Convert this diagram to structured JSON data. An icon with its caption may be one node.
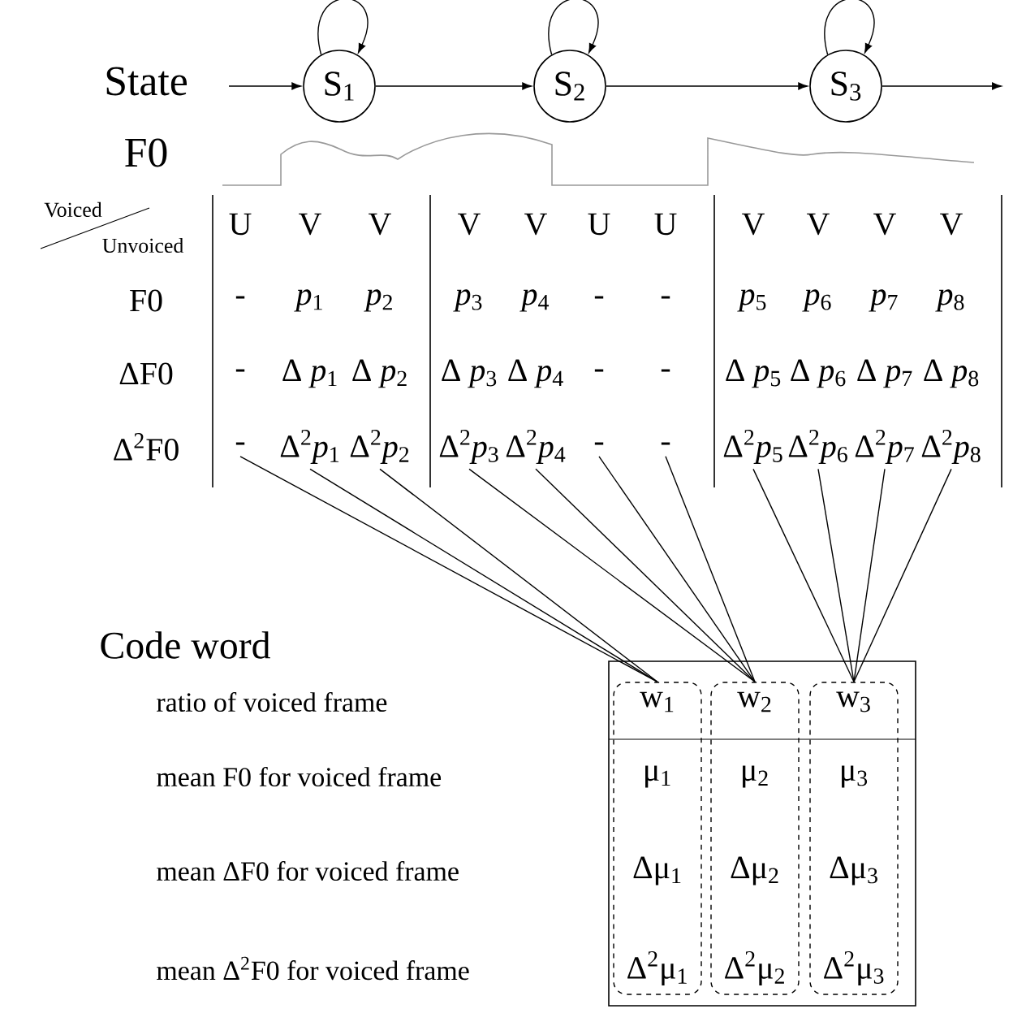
{
  "diagram": {
    "nodes": [
      {
        "text": [
          "S$_{1}$"
        ]
      },
      {
        "text": [
          "S$_{2}$"
        ]
      },
      {
        "text": [
          "S$_{3}$"
        ]
      },
      {
        "text": [
          "-"
        ]
      },
      {
        "text": [
          "Δ$^{2}$*p*$_{1}$"
        ]
      },
      {
        "text": [
          "Δ$^{2}$*p*$_{2}$"
        ]
      },
      {
        "text": [
          "Δ$^{2}$*p*$_{3}$"
        ]
      },
      {
        "text": [
          "Δ$^{2}$*p*$_{4}$"
        ]
      },
      {
        "text": [
          "-"
        ]
      },
      {
        "text": [
          "-"
        ]
      },
      {
        "text": [
          "Δ$^{2}$*p*$_{5}$"
        ]
      },
      {
        "text": [
          "Δ$^{2}$*p*$_{6}$"
        ]
      },
      {
        "text": [
          "Δ$^{2}$*p*$_{7}$"
        ]
      },
      {
        "text": [
          "Δ$^{2}$*p*$_{8}$"
        ]
      },
      {
        "text": [],
        "shape": "box"
      },
      {
        "text": [
          "w$_{1}$",
          "μ$_{1}$",
          "Δμ$_{1}$",
          "Δ$^{2}$μ$_{1}$"
        ],
        "in": 14
      },
      {
        "text": [
          "w$_{2}$",
          "μ$_{2}$",
          "Δμ$_{2}$",
          "Δ$^{2}$μ$_{2}$"
        ],
        "in": 14
      },
      {
        "text": [
          "w$_{3}$",
          "μ$_{3}$",
          "Δμ$_{3}$",
          "Δ$^{2}$μ$_{3}$"
        ],
        "in": 14
      }
    ],
    "edges": [
      {
        "from": null,
        "to": 0,
        "arrow": "to"
      },
      {
        "from": 0,
        "to": 0,
        "arrow": "to"
      },
      {
        "from": 0,
        "to": 1,
        "arrow": "to"
      },
      {
        "from": 1,
        "to": 1,
        "arrow": "to"
      },
      {
        "from": 1,
        "to": 2,
        "arrow": "to"
      },
      {
        "from": 2,
        "to": 2,
        "arrow": "to"
      },
      {
        "from": 2,
        "to": null,
        "arrow": "to"
      },
      {
        "from": 3,
        "to": 15,
        "arrow": "none"
      },
      {
        "from": 4,
        "to": 15,
        "arrow": "none"
      },
      {
        "from": 5,
        "to": 15,
        "arrow": "none"
      },
      {
        "from": 6,
        "to": 16,
        "arrow": "none"
      },
      {
        "from": 7,
        "to": 16,
        "arrow": "none"
      },
      {
        "from": 8,
        "to": 16,
        "arrow": "none"
      },
      {
        "from": 9,
        "to": 16,
        "arrow": "none"
      },
      {
        "from": 10,
        "to": 17,
        "arrow": "none"
      },
      {
        "from": 11,
        "to": 17,
        "arrow": "none"
      },
      {
        "from": 12,
        "to": 17,
        "arrow": "none"
      },
      {
        "from": 13,
        "to": 17,
        "arrow": "none"
      }
    ],
    "labels": [
      "State",
      "F0",
      "Voiced",
      "Unvoiced",
      "U",
      "V",
      "V",
      "V",
      "V",
      "U",
      "U",
      "V",
      "V",
      "V",
      "V",
      "F0",
      "-",
      "*p*$_{1}$",
      "*p*$_{2}$",
      "*p*$_{3}$",
      "*p*$_{4}$",
      "-",
      "-",
      "*p*$_{5}$",
      "*p*$_{6}$",
      "*p*$_{7}$",
      "*p*$_{8}$",
      "ΔF0",
      "-",
      "Δ *p*$_{1}$",
      "Δ *p*$_{2}$",
      "Δ *p*$_{3}$",
      "Δ *p*$_{4}$",
      "-",
      "-",
      "Δ *p*$_{5}$",
      "Δ *p*$_{6}$",
      "Δ *p*$_{7}$",
      "Δ *p*$_{8}$",
      "Δ$^{2}$F0",
      "Code word",
      "ratio of voiced frame",
      "mean F0 for voiced frame",
      "mean ΔF0 for voiced frame",
      "mean Δ$^{2}$F0 for voiced frame"
    ]
  }
}
